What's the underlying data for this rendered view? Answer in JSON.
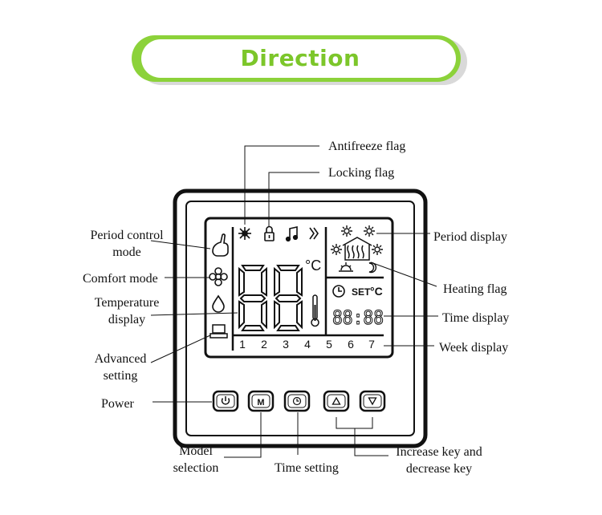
{
  "banner": {
    "title": "Direction"
  },
  "labels": {
    "antifreeze_flag": "Antifreeze flag",
    "locking_flag": "Locking flag",
    "period_control_line1": "Period control",
    "period_control_line2": "mode",
    "period_display": "Period display",
    "comfort_mode": "Comfort mode",
    "heating_flag": "Heating flag",
    "temperature_line1": "Temperature",
    "temperature_line2": "display",
    "time_display": "Time display",
    "week_display": "Week display",
    "advanced_line1": "Advanced",
    "advanced_line2": "setting",
    "power": "Power",
    "model_line1": "Model",
    "model_line2": "selection",
    "time_setting": "Time setting",
    "increase_line1": "Increase key and",
    "increase_line2": "decrease key"
  },
  "lcd": {
    "big_digits": "88",
    "celsius": "°C",
    "set_label": "SET",
    "set_celsius": "°C",
    "time_digits": "88:88",
    "weekdays": [
      "1",
      "2",
      "3",
      "4",
      "5",
      "6",
      "7"
    ]
  },
  "buttons": {
    "mode_label": "M"
  }
}
